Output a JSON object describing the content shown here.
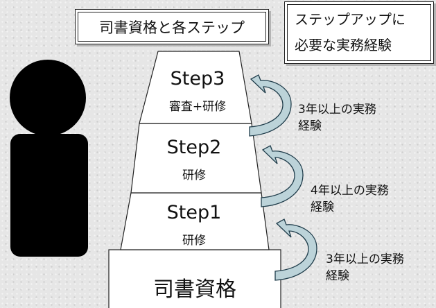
{
  "title": "司書資格と各ステップ",
  "note": {
    "line1": "ステップアップに",
    "line2": "必要な実務経験"
  },
  "base": {
    "label": "司書資格"
  },
  "steps": [
    {
      "name": "Step3",
      "sub": "審査+研修"
    },
    {
      "name": "Step2",
      "sub": "研修"
    },
    {
      "name": "Step1",
      "sub": "研修"
    }
  ],
  "experience": [
    {
      "line1": "3年以上の実務",
      "line2": "経験"
    },
    {
      "line1": "4年以上の実務",
      "line2": "経験"
    },
    {
      "line1": "3年以上の実務",
      "line2": "経験"
    }
  ],
  "colors": {
    "arrow": "#bcd3d9",
    "arrow_stroke": "#1f3c4a",
    "figure": "#000000"
  },
  "icons": {
    "person": "person-silhouette-icon",
    "arrow": "curved-up-arrow-icon"
  }
}
